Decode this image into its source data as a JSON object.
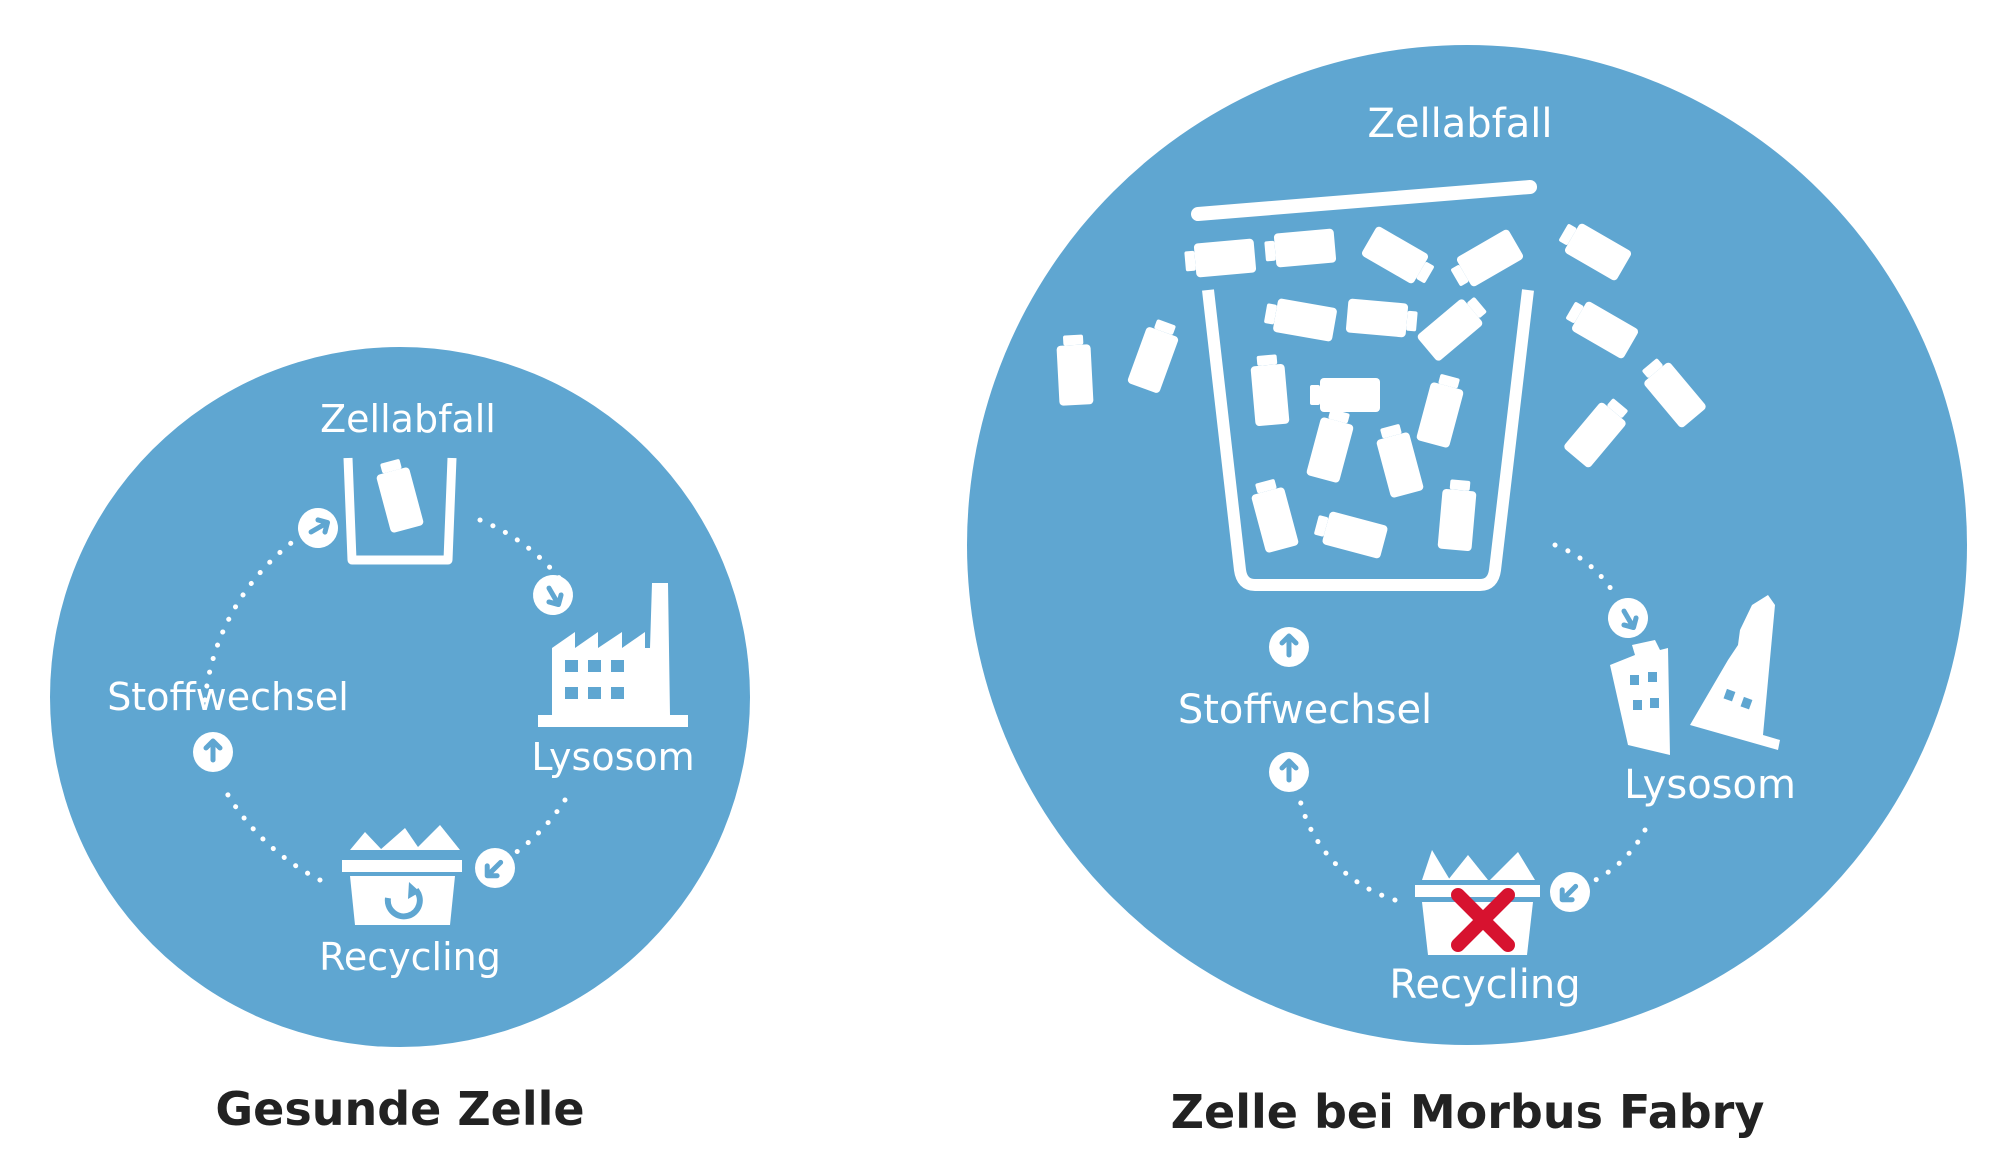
{
  "colors": {
    "circle_fill": "#5fa6d1",
    "icon_white": "#ffffff",
    "arrow_fill": "#5fa6d1",
    "cross_red": "#d7122f",
    "caption_text": "#222222"
  },
  "healthy_cell": {
    "caption": "Gesunde Zelle",
    "labels": {
      "waste": "Zellabfall",
      "lysosome": "Lysosom",
      "recycling": "Recycling",
      "metabolism": "Stoffwechsel"
    },
    "icons": [
      "trash-bin-with-bottle-icon",
      "factory-icon",
      "recycling-basket-icon"
    ]
  },
  "fabry_cell": {
    "caption": "Zelle bei Morbus Fabry",
    "labels": {
      "waste": "Zellabfall",
      "lysosome": "Lysosom",
      "recycling": "Recycling",
      "metabolism": "Stoffwechsel"
    },
    "icons": [
      "overflowing-trash-bin-icon",
      "collapsed-factory-icon",
      "recycling-basket-blocked-icon"
    ]
  }
}
